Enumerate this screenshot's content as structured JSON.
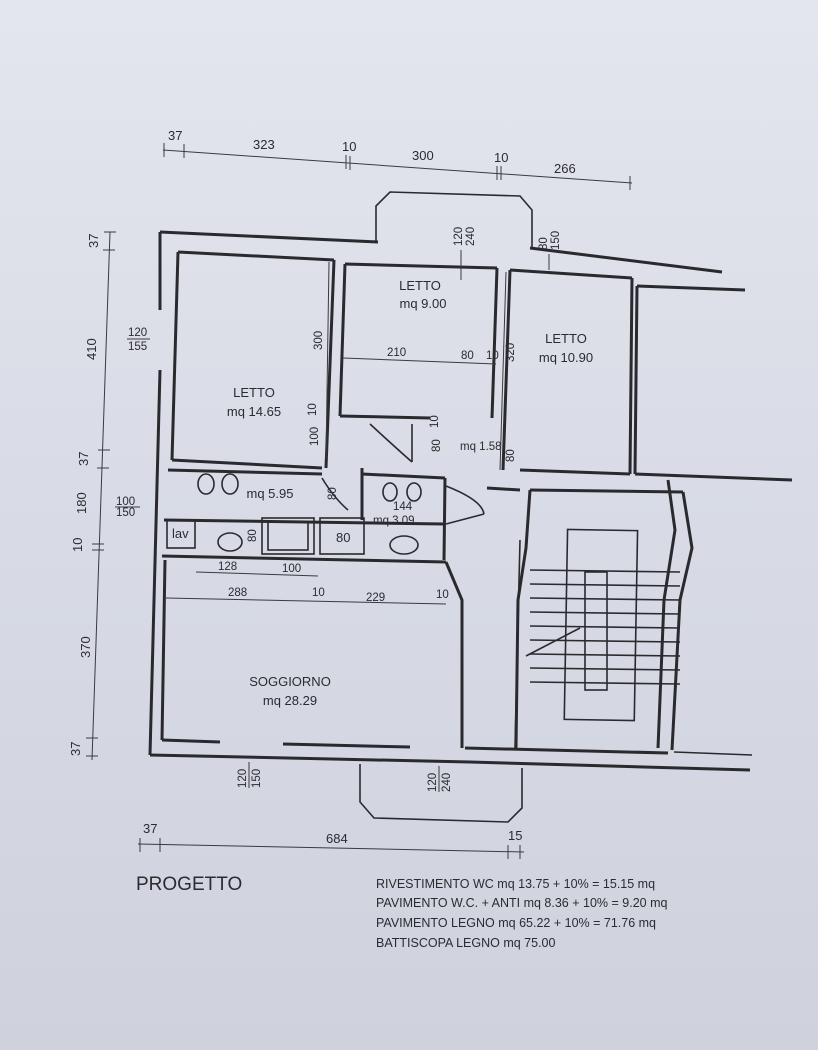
{
  "rooms": {
    "letto_a": {
      "name": "LETTO",
      "area": "mq 9.00"
    },
    "letto_b": {
      "name": "LETTO",
      "area": "mq 10.90"
    },
    "letto_c": {
      "name": "LETTO",
      "area": "mq 14.65"
    },
    "bath_main": {
      "area": "mq 5.95"
    },
    "bath_small": {
      "area": "mq 3.09"
    },
    "hall": {
      "area": "mq 1.58"
    },
    "soggiorno": {
      "name": "SOGGIORNO",
      "area": "mq 28.29"
    },
    "lav": "lav"
  },
  "dims_top": [
    "37",
    "323",
    "10",
    "300",
    "10",
    "266"
  ],
  "dims_left": [
    "37",
    "410",
    "37",
    "180",
    "10",
    "370",
    "37"
  ],
  "dims_left_sub": [
    "120",
    "155",
    "100",
    "150"
  ],
  "dims_interior": {
    "w_top_center": [
      "120",
      "240"
    ],
    "w_top_right": [
      "80",
      "150"
    ],
    "h300": "300",
    "d210": "210",
    "d80": "80",
    "d10a": "10",
    "d320": "320",
    "d10b": "10",
    "d100": "100",
    "d10c": "10",
    "d80b": "80",
    "d80c": "80",
    "d80d": "80",
    "d144": "144",
    "d80e": "80",
    "d128": "128",
    "d100b": "100",
    "d288": "288",
    "d10d": "10",
    "d229": "229",
    "d10e": "10",
    "w_bottom_left": [
      "120",
      "150"
    ],
    "w_bottom_center": [
      "120",
      "240"
    ],
    "d80sink": "80"
  },
  "dims_bottom": [
    "37",
    "684",
    "15"
  ],
  "title": "PROGETTO",
  "notes": [
    "RIVESTIMENTO WC mq 13.75 + 10% = 15.15 mq",
    "PAVIMENTO W.C. + ANTI mq 8.36 + 10% = 9.20 mq",
    "PAVIMENTO LEGNO mq 65.22 + 10% = 71.76 mq",
    "BATTISCOPA LEGNO mq 75.00"
  ]
}
